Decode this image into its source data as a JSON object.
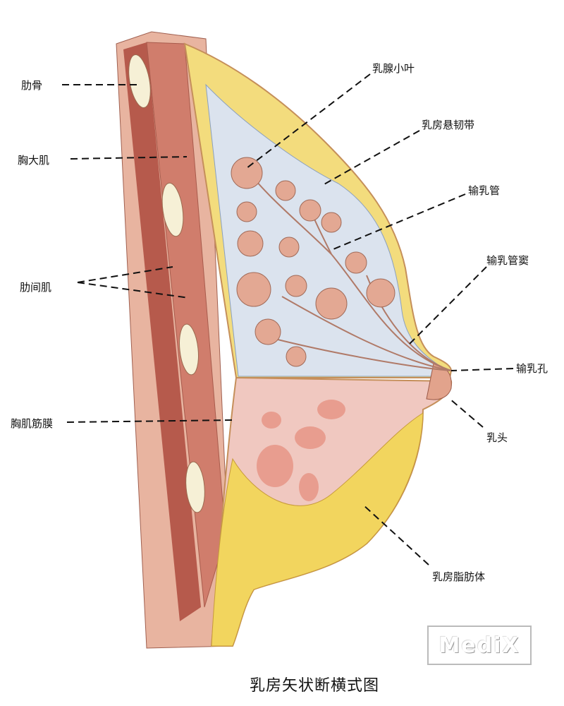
{
  "title": "乳房矢状断横式图",
  "watermark": "MediX",
  "labels": {
    "rib": "肋骨",
    "pectoralis_major": "胸大肌",
    "intercostal": "肋间肌",
    "pectoral_fascia": "胸肌筋膜",
    "lobule": "乳腺小叶",
    "suspensory_ligament": "乳房悬韧带",
    "lactiferous_duct": "输乳管",
    "lactiferous_sinus": "输乳管窦",
    "duct_opening": "输乳孔",
    "nipple": "乳头",
    "fat_body": "乳房脂肪体"
  },
  "colors": {
    "skin": "#e9b7a0",
    "muscle": "#c9705f",
    "fat": "#f2d55e",
    "gland": "#dbe3ee",
    "lobule": "#e3a893",
    "lower": "#f0c8c0"
  }
}
